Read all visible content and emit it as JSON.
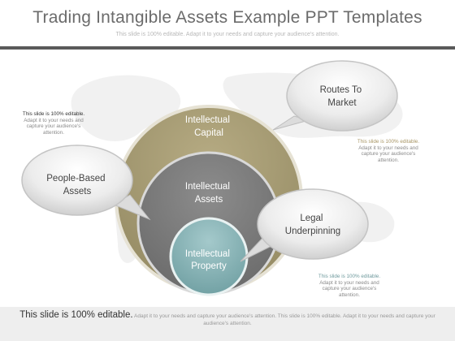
{
  "header": {
    "title": "Trading Intangible Assets Example PPT Templates",
    "subtitle": "This slide is 100% editable. Adapt it to your needs and capture your audience's attention."
  },
  "diagram": {
    "circles": [
      {
        "label_line1": "Intellectual",
        "label_line2": "Capital",
        "color": "#a59a72"
      },
      {
        "label_line1": "Intellectual",
        "label_line2": "Assets",
        "color": "#7c7c7c"
      },
      {
        "label_line1": "Intellectual",
        "label_line2": "Property",
        "color": "#7fadb0"
      }
    ],
    "callouts": [
      {
        "line1": "Routes To",
        "line2": "Market"
      },
      {
        "line1": "People-Based",
        "line2": "Assets"
      },
      {
        "line1": "Legal",
        "line2": "Underpinning"
      }
    ]
  },
  "notes": [
    {
      "lead": "This slide is 100% editable.",
      "rest": [
        "Adapt it to your needs and",
        "capture your audience's",
        "attention."
      ]
    },
    {
      "lead": "This slide is 100% editable.",
      "rest": [
        "Adapt it to your needs and",
        "capture your audience's",
        "attention."
      ]
    },
    {
      "lead": "This slide is 100% editable.",
      "rest": [
        "Adapt it to your needs and",
        "capture your audience's",
        "attention."
      ]
    }
  ],
  "footer": {
    "lead": "This slide is 100% editable.",
    "rest": "Adapt it to your needs and capture your audience's attention. This slide is 100% editable. Adapt it to your needs and capture your audience's attention."
  }
}
